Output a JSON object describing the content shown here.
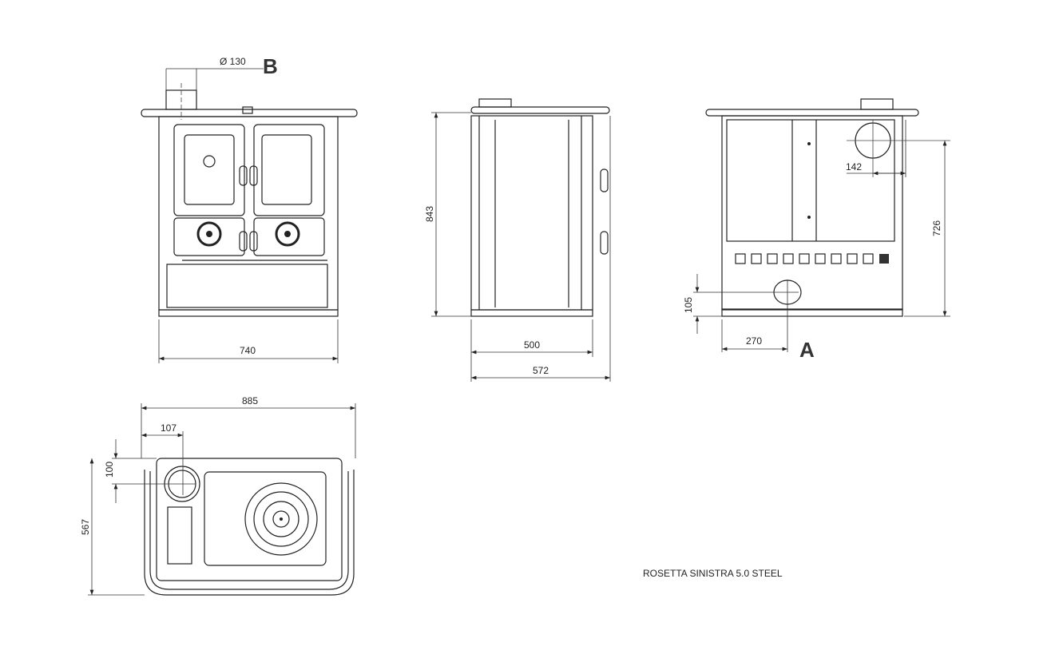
{
  "drawing": {
    "title": "ROSETTA SINISTRA 5.0 STEEL",
    "front_view": {
      "flue_diameter": "Ø 130",
      "outlet_label": "B",
      "width": "740"
    },
    "side_view": {
      "height": "843",
      "depth_body": "500",
      "depth_total": "572"
    },
    "back_view": {
      "flue_offset": "142",
      "flue_height": "726",
      "air_inlet_height": "105",
      "air_inlet_offset": "270",
      "outlet_label": "A"
    },
    "top_view": {
      "width_total": "885",
      "flue_offset_x": "107",
      "flue_offset_y": "100",
      "depth_total": "567"
    }
  }
}
